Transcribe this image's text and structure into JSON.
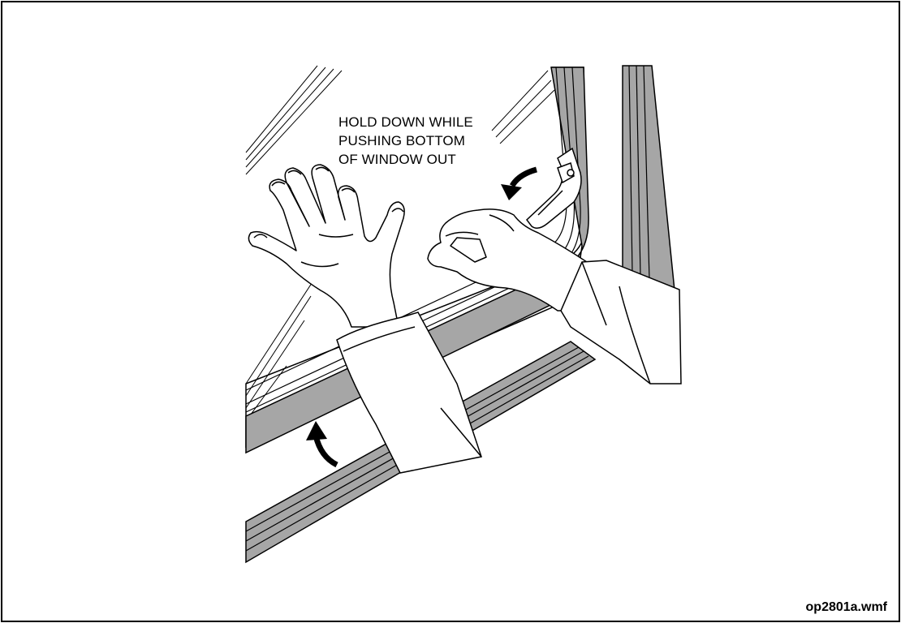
{
  "figure": {
    "callout_lines": [
      "HOLD DOWN WHILE",
      "PUSHING BOTTOM",
      "OF WINDOW OUT"
    ],
    "file_label": "op2801a.wmf"
  },
  "colors": {
    "frame_gray": "#a6a6a6",
    "line": "#000000",
    "background": "#ffffff"
  },
  "icons": [
    "curved-arrow-down-icon",
    "curved-arrow-up-icon",
    "window-latch-icon"
  ]
}
